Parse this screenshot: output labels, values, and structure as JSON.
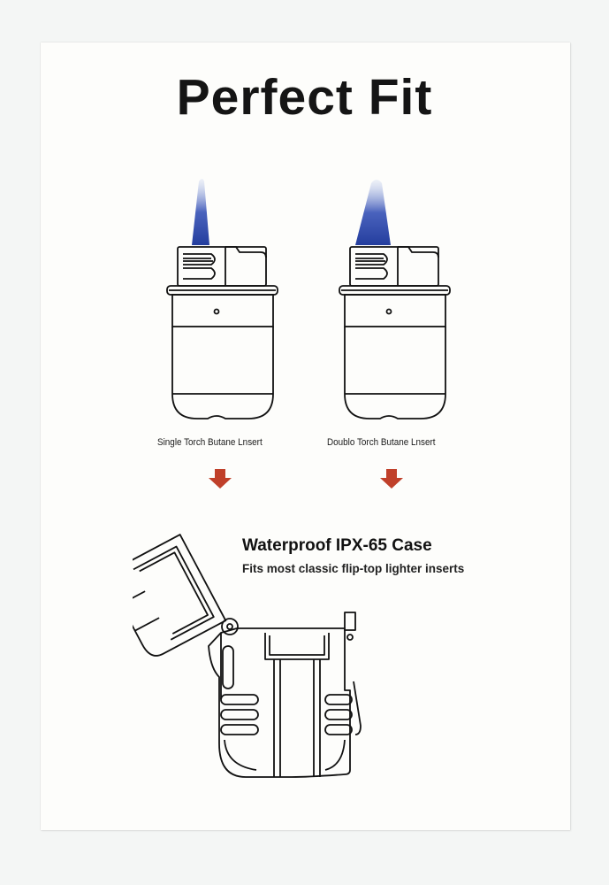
{
  "title": "Perfect Fit",
  "inserts": [
    {
      "label": "Single Torch Butane Lnsert",
      "flame": "single"
    },
    {
      "label": "Doublo Torch Butane Lnsert",
      "flame": "double"
    }
  ],
  "case": {
    "title": "Waterproof IPX-65 Case",
    "subtitle": "Fits most classic flip-top lighter inserts"
  },
  "colors": {
    "flame": "#2c4bb0",
    "arrow": "#c0402a",
    "text": "#151515"
  },
  "icons": [
    "torch-insert-icon",
    "down-arrow-icon",
    "waterproof-case-icon"
  ]
}
